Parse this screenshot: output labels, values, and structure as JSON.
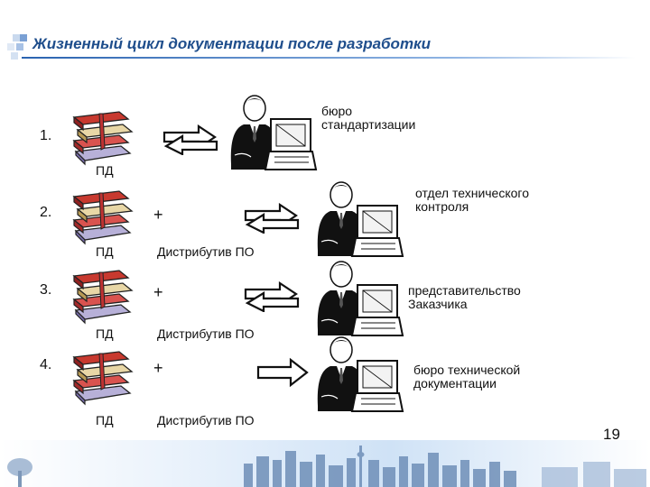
{
  "header": {
    "title": "Жизненный цикл документации после разработки"
  },
  "rows": [
    {
      "number": "1.",
      "doc_label": "ПД",
      "plus": "",
      "dist_label": "",
      "org": "бюро\nстандартизации",
      "arrow": "bidirectional"
    },
    {
      "number": "2.",
      "doc_label": "ПД",
      "plus": "+",
      "dist_label": "Дистрибутив ПО",
      "org": "отдел технического\nконтроля",
      "arrow": "bidirectional"
    },
    {
      "number": "3.",
      "doc_label": "ПД",
      "plus": "+",
      "dist_label": "Дистрибутив ПО",
      "org": "представительство\nЗаказчика",
      "arrow": "bidirectional"
    },
    {
      "number": "4.",
      "doc_label": "ПД",
      "plus": "+",
      "dist_label": "Дистрибутив ПО",
      "org": "бюро технической\nдокументации",
      "arrow": "right"
    }
  ],
  "footer": {
    "slide_number": "19"
  },
  "colors": {
    "title": "#1f4e8c",
    "accent": "#2a63b0",
    "footer_tint": "#cfe2f6"
  }
}
